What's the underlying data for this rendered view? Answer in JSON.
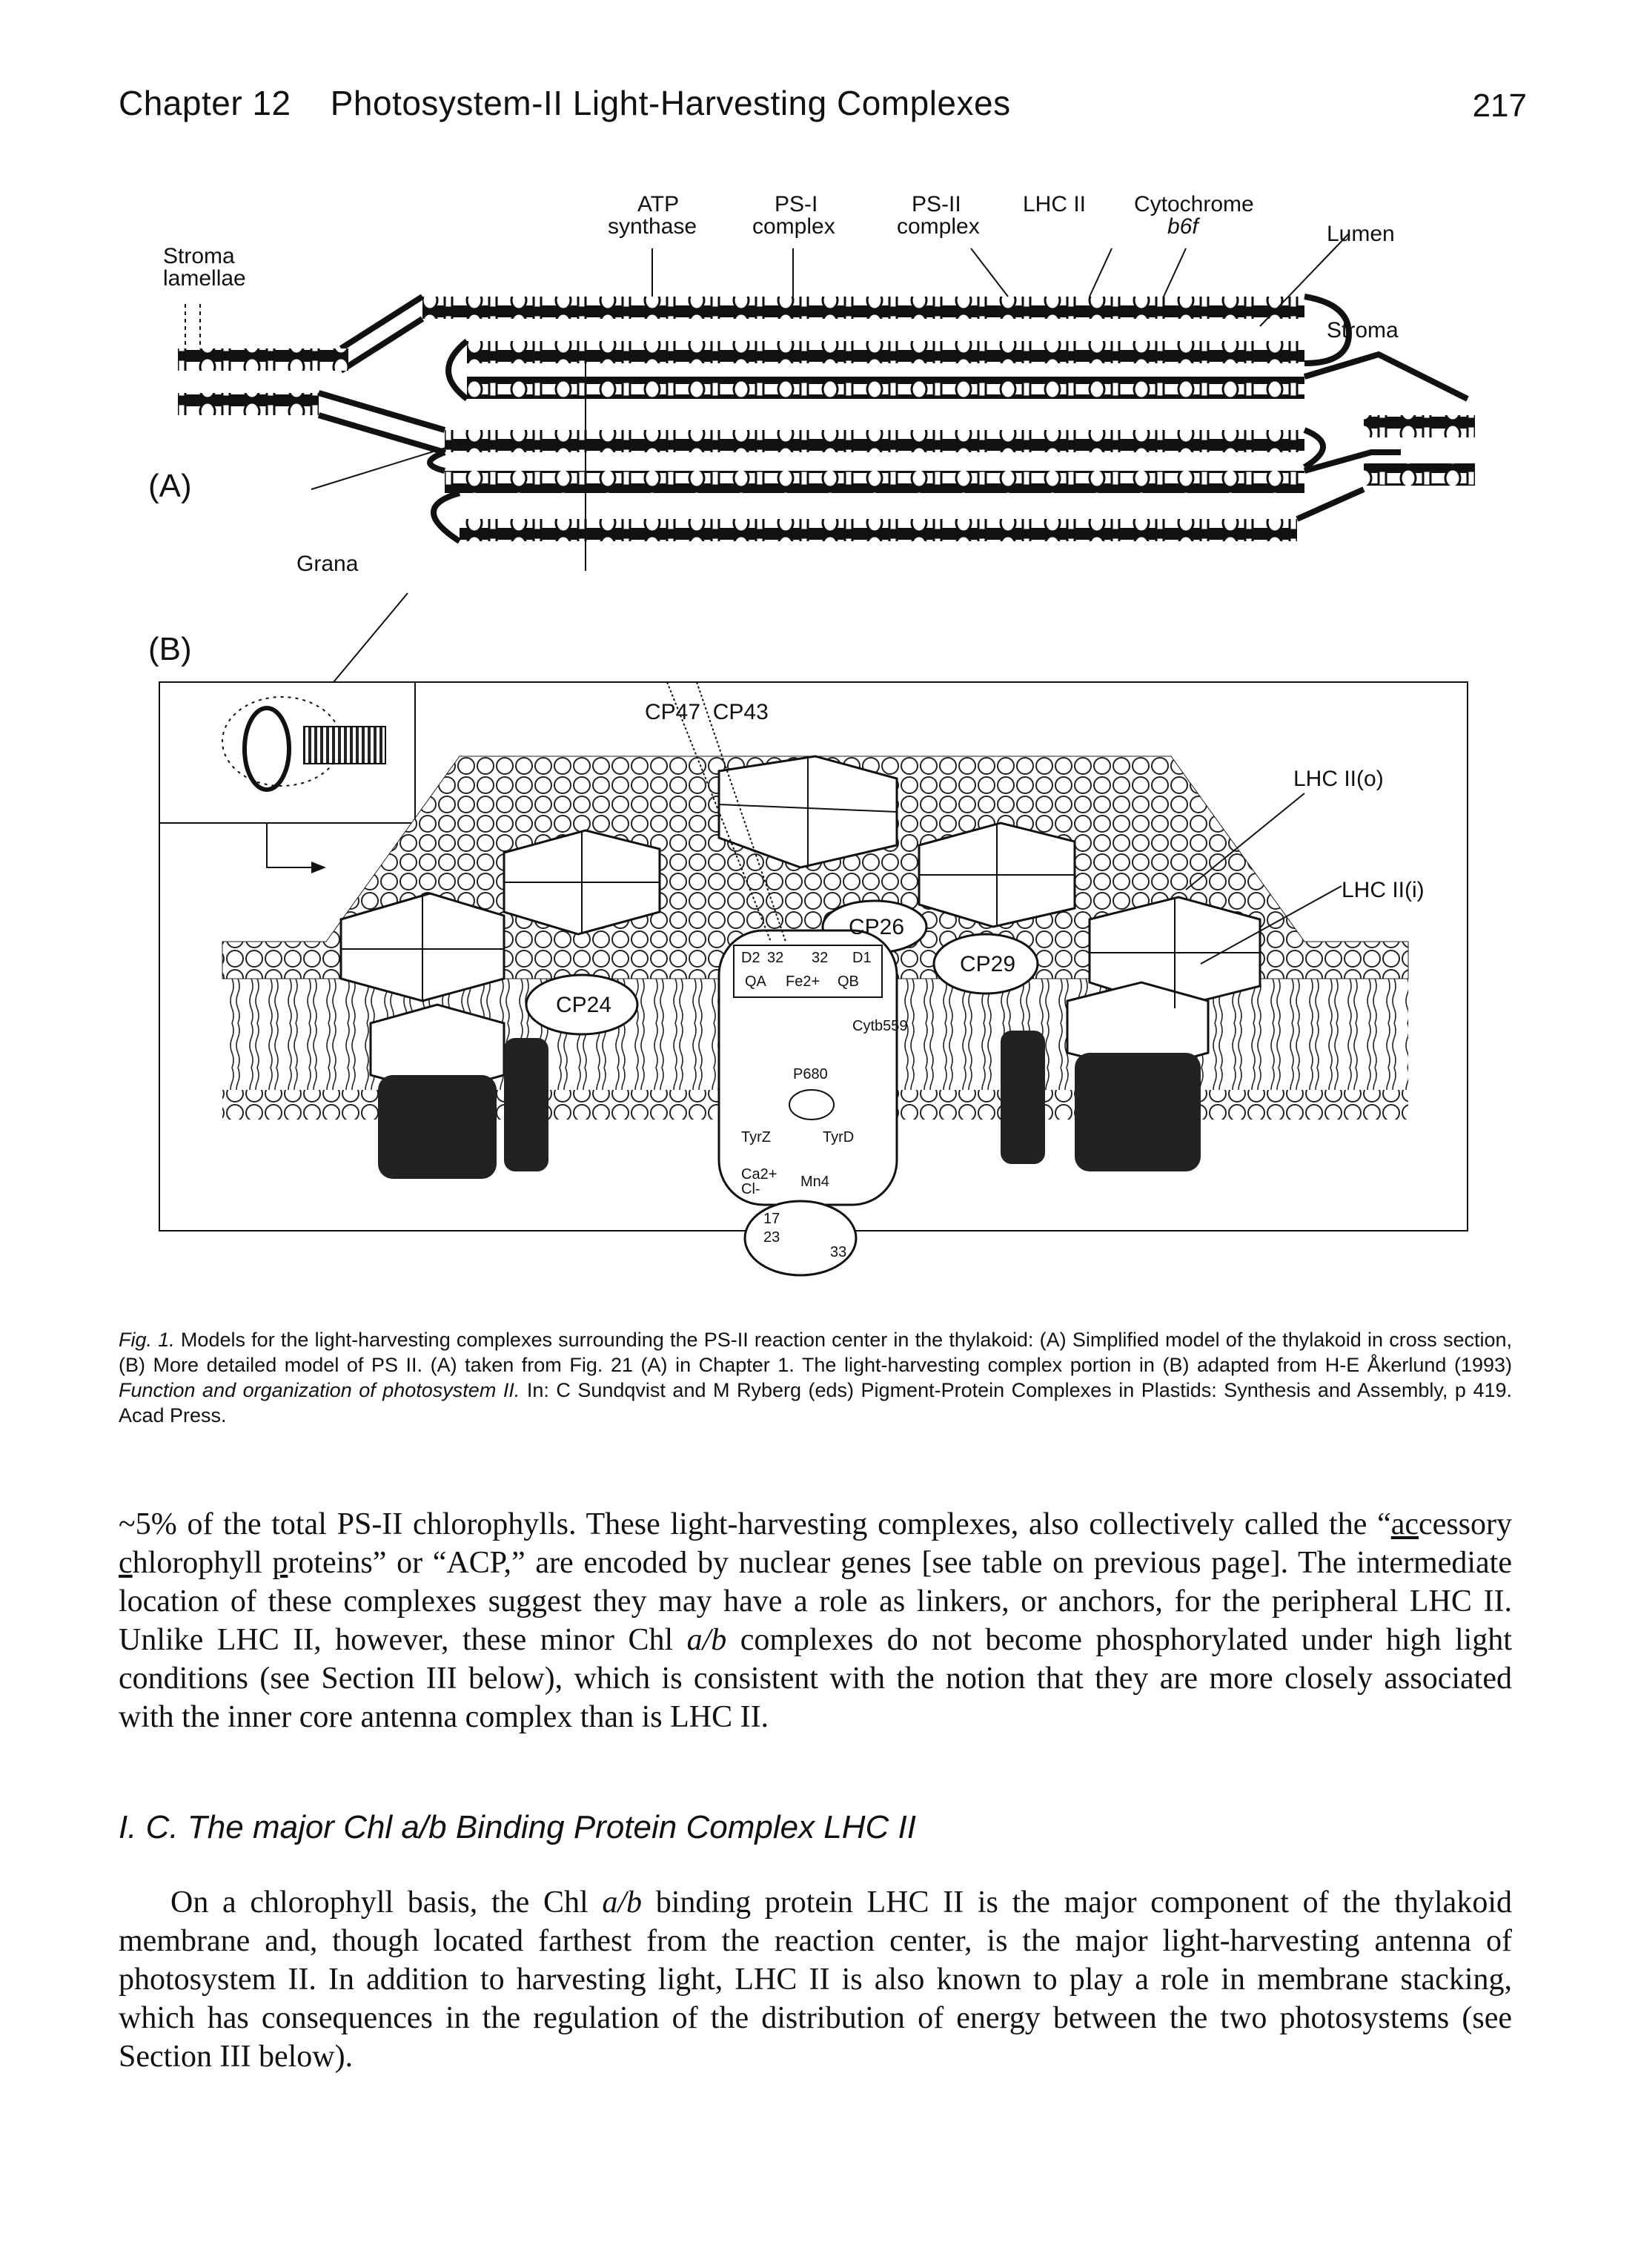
{
  "header": {
    "running_title": "Chapter 12    Photosystem-II Light-Harvesting Complexes",
    "page_number": "217"
  },
  "figure": {
    "labels": {
      "atp_synthase_1": "ATP",
      "atp_synthase_2": "synthase",
      "ps1_1": "PS-I",
      "ps1_2": "complex",
      "ps2_1": "PS-II",
      "ps2_2": "complex",
      "lhc2": "LHC II",
      "cyt_1": "Cytochrome",
      "cyt_2": "b6f",
      "lumen": "Lumen",
      "stroma": "Stroma",
      "stroma_lamellae_1": "Stroma",
      "stroma_lamellae_2": "lamellae",
      "grana": "Grana",
      "panel_a": "(A)",
      "panel_b": "(B)",
      "cp47_cp43": "CP47  CP43",
      "lhc2_o": "LHC II(o)",
      "lhc2_i": "LHC II(i)",
      "cp26": "CP26",
      "cp29": "CP29",
      "cp24": "CP24",
      "d2": "D2",
      "d1": "D1",
      "n32a": "32",
      "n32b": "32",
      "qa": "QA",
      "fe": "Fe2+",
      "qb": "QB",
      "cyt_b559": "Cytb559",
      "p680": "P680",
      "tyrz": "TyrZ",
      "tyrd": "TyrD",
      "ca": "Ca2+",
      "cl": "Cl-",
      "mn": "Mn4",
      "n17": "17",
      "n23": "23",
      "n33": "33"
    }
  },
  "caption": {
    "fig_label": "Fig. 1.",
    "text_1": " Models for the light-harvesting complexes surrounding the PS-II reaction center in the thylakoid: (A) Simplified model of the thylakoid in cross section, (B) More detailed model of PS II. (A) taken from Fig. 21 (A) in Chapter 1. The light-harvesting complex portion in (B) adapted from H-E Åkerlund (1993) ",
    "italic_title": "Function and organization of photosystem II.",
    "text_2": " In: C Sundqvist and M Ryberg (eds) Pigment-Protein Complexes in Plastids: Synthesis and Assembly, p 419. Acad Press."
  },
  "body": {
    "p1_a": "~5% of the total PS-II chlorophylls. These light-harvesting complexes, also collectively called the “",
    "p1_ac": "ac",
    "p1_b": "cessory ",
    "p1_c": "c",
    "p1_d": "hlorophyll ",
    "p1_p": "p",
    "p1_e": "roteins” or “ACP,” are encoded by nuclear genes [see table on previous page]. The intermediate location of these complexes suggest they may have a role as linkers, or anchors, for the peripheral LHC II. Unlike LHC II, however, these minor Chl ",
    "p1_ab": "a/b",
    "p1_f": " complexes do not become phosphorylated under high light conditions (see Section III below), which is consistent with the notion that they are more closely associated with the inner core antenna complex than is LHC II.",
    "section_heading": "I. C. The major Chl a/b Binding Protein Complex LHC II",
    "p2_a": "On a chlorophyll basis, the Chl ",
    "p2_ab": "a/b",
    "p2_b": " binding protein LHC II is the major component of the thylakoid membrane and, though located farthest from the reaction center, is the major light-harvesting antenna of photosystem II. In addition to harvesting light, LHC II is also known to play a role in membrane stacking, which has consequences in the regulation of the distribution of energy between the two photosystems (see Section III below)."
  }
}
